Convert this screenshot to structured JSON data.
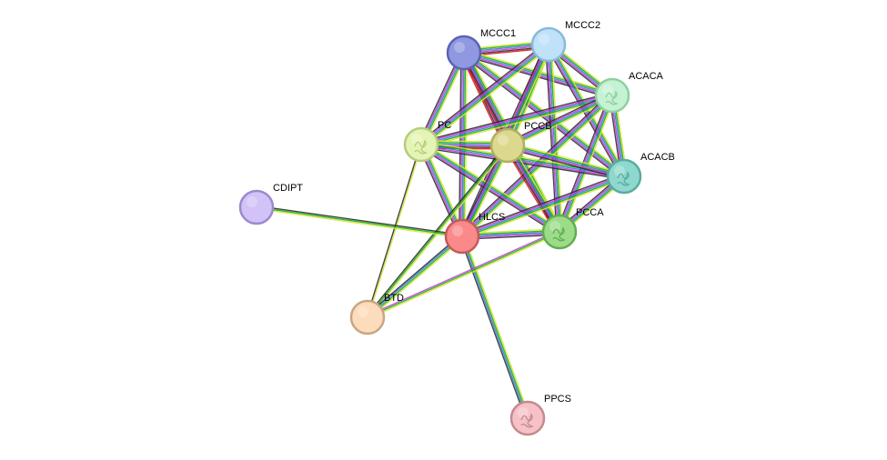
{
  "network": {
    "nodes": [
      {
        "id": "MCCC1",
        "label": "MCCC1",
        "fill": "#8f98e0",
        "stroke": "#5a63b3",
        "structure": false
      },
      {
        "id": "MCCC2",
        "label": "MCCC2",
        "fill": "#bfe2f8",
        "stroke": "#88b9da",
        "structure": false
      },
      {
        "id": "ACACA",
        "label": "ACACA",
        "fill": "#c6f2d4",
        "stroke": "#8fcf9f",
        "structure": true
      },
      {
        "id": "PC",
        "label": "PC",
        "fill": "#e4f4b4",
        "stroke": "#b6cc7c",
        "structure": true
      },
      {
        "id": "PCCB",
        "label": "PCCB",
        "fill": "#dcd88e",
        "stroke": "#b1ad63",
        "structure": false
      },
      {
        "id": "ACACB",
        "label": "ACACB",
        "fill": "#8fd8ce",
        "stroke": "#5aaba0",
        "structure": true
      },
      {
        "id": "CDIPT",
        "label": "CDIPT",
        "fill": "#d2c2f8",
        "stroke": "#9d89cd",
        "structure": false
      },
      {
        "id": "HLCS",
        "label": "HLCS",
        "fill": "#fa8a8a",
        "stroke": "#c45a5a",
        "structure": false
      },
      {
        "id": "PCCA",
        "label": "PCCA",
        "fill": "#9cdc88",
        "stroke": "#62ad50",
        "structure": true
      },
      {
        "id": "BTD",
        "label": "BTD",
        "fill": "#fddcbc",
        "stroke": "#c9a582",
        "structure": false
      },
      {
        "id": "PPCS",
        "label": "PPCS",
        "fill": "#f6c2c8",
        "stroke": "#c58990",
        "structure": true
      }
    ],
    "edges": [
      {
        "source": "MCCC1",
        "target": "MCCC2",
        "colors": [
          "#d9e53a",
          "#18b018",
          "#3a7ae0",
          "#c83ad0",
          "#2f2f2f",
          "#e01818"
        ]
      },
      {
        "source": "MCCC1",
        "target": "ACACA",
        "colors": [
          "#d9e53a",
          "#18b018",
          "#3a7ae0",
          "#c83ad0",
          "#2f2f2f"
        ]
      },
      {
        "source": "MCCC1",
        "target": "PC",
        "colors": [
          "#d9e53a",
          "#18b018",
          "#3a7ae0",
          "#c83ad0",
          "#2f2f2f"
        ]
      },
      {
        "source": "MCCC1",
        "target": "PCCB",
        "colors": [
          "#d9e53a",
          "#18b018",
          "#3a7ae0",
          "#c83ad0",
          "#2f2f2f",
          "#e01818"
        ]
      },
      {
        "source": "MCCC1",
        "target": "ACACB",
        "colors": [
          "#d9e53a",
          "#18b018",
          "#3a7ae0",
          "#c83ad0",
          "#2f2f2f"
        ]
      },
      {
        "source": "MCCC1",
        "target": "HLCS",
        "colors": [
          "#d9e53a",
          "#18b018",
          "#3a7ae0",
          "#c83ad0",
          "#2f2f2f"
        ]
      },
      {
        "source": "MCCC1",
        "target": "PCCA",
        "colors": [
          "#d9e53a",
          "#18b018",
          "#3a7ae0",
          "#c83ad0",
          "#2f2f2f",
          "#e01818"
        ]
      },
      {
        "source": "MCCC2",
        "target": "ACACA",
        "colors": [
          "#d9e53a",
          "#18b018",
          "#3a7ae0",
          "#c83ad0",
          "#2f2f2f"
        ]
      },
      {
        "source": "MCCC2",
        "target": "PC",
        "colors": [
          "#d9e53a",
          "#18b018",
          "#3a7ae0",
          "#c83ad0",
          "#2f2f2f"
        ]
      },
      {
        "source": "MCCC2",
        "target": "PCCB",
        "colors": [
          "#d9e53a",
          "#18b018",
          "#3a7ae0",
          "#c83ad0",
          "#2f2f2f",
          "#e01818"
        ]
      },
      {
        "source": "MCCC2",
        "target": "ACACB",
        "colors": [
          "#d9e53a",
          "#18b018",
          "#3a7ae0",
          "#c83ad0",
          "#2f2f2f"
        ]
      },
      {
        "source": "MCCC2",
        "target": "HLCS",
        "colors": [
          "#d9e53a",
          "#18b018",
          "#3a7ae0",
          "#c83ad0",
          "#2f2f2f"
        ]
      },
      {
        "source": "MCCC2",
        "target": "PCCA",
        "colors": [
          "#d9e53a",
          "#18b018",
          "#3a7ae0",
          "#c83ad0",
          "#2f2f2f"
        ]
      },
      {
        "source": "ACACA",
        "target": "PC",
        "colors": [
          "#d9e53a",
          "#18b018",
          "#3a7ae0",
          "#c83ad0",
          "#2f2f2f"
        ]
      },
      {
        "source": "ACACA",
        "target": "PCCB",
        "colors": [
          "#d9e53a",
          "#18b018",
          "#3a7ae0",
          "#c83ad0",
          "#2f2f2f"
        ]
      },
      {
        "source": "ACACA",
        "target": "ACACB",
        "colors": [
          "#d9e53a",
          "#18b018",
          "#3a7ae0",
          "#c83ad0",
          "#2f2f2f"
        ]
      },
      {
        "source": "ACACA",
        "target": "HLCS",
        "colors": [
          "#d9e53a",
          "#18b018",
          "#3a7ae0",
          "#c83ad0",
          "#2f2f2f"
        ]
      },
      {
        "source": "ACACA",
        "target": "PCCA",
        "colors": [
          "#d9e53a",
          "#18b018",
          "#3a7ae0",
          "#c83ad0",
          "#2f2f2f"
        ]
      },
      {
        "source": "PC",
        "target": "PCCB",
        "colors": [
          "#d9e53a",
          "#18b018",
          "#3a7ae0",
          "#c83ad0",
          "#2f2f2f",
          "#e01818"
        ]
      },
      {
        "source": "PC",
        "target": "ACACB",
        "colors": [
          "#d9e53a",
          "#18b018",
          "#3a7ae0",
          "#c83ad0",
          "#2f2f2f"
        ]
      },
      {
        "source": "PC",
        "target": "HLCS",
        "colors": [
          "#d9e53a",
          "#18b018",
          "#3a7ae0",
          "#c83ad0",
          "#2f2f2f"
        ]
      },
      {
        "source": "PC",
        "target": "PCCA",
        "colors": [
          "#d9e53a",
          "#18b018",
          "#3a7ae0",
          "#c83ad0",
          "#2f2f2f"
        ]
      },
      {
        "source": "PC",
        "target": "BTD",
        "colors": [
          "#d9e53a",
          "#2f2f2f"
        ]
      },
      {
        "source": "PCCB",
        "target": "ACACB",
        "colors": [
          "#d9e53a",
          "#18b018",
          "#3a7ae0",
          "#c83ad0",
          "#2f2f2f"
        ]
      },
      {
        "source": "PCCB",
        "target": "HLCS",
        "colors": [
          "#d9e53a",
          "#18b018",
          "#3a7ae0",
          "#c83ad0",
          "#2f2f2f"
        ]
      },
      {
        "source": "PCCB",
        "target": "PCCA",
        "colors": [
          "#d9e53a",
          "#18b018",
          "#3a7ae0",
          "#c83ad0",
          "#2f2f2f",
          "#e01818"
        ]
      },
      {
        "source": "PCCB",
        "target": "BTD",
        "colors": [
          "#d9e53a",
          "#18b018",
          "#2f2f2f"
        ]
      },
      {
        "source": "ACACB",
        "target": "HLCS",
        "colors": [
          "#d9e53a",
          "#18b018",
          "#3a7ae0",
          "#c83ad0",
          "#2f2f2f"
        ]
      },
      {
        "source": "ACACB",
        "target": "PCCA",
        "colors": [
          "#d9e53a",
          "#18b018",
          "#3a7ae0",
          "#c83ad0",
          "#2f2f2f"
        ]
      },
      {
        "source": "HLCS",
        "target": "PCCA",
        "colors": [
          "#d9e53a",
          "#18b018",
          "#3a7ae0",
          "#c83ad0",
          "#2f2f2f"
        ]
      },
      {
        "source": "HLCS",
        "target": "CDIPT",
        "colors": [
          "#d9e53a",
          "#18b018",
          "#2f2f2f"
        ]
      },
      {
        "source": "HLCS",
        "target": "BTD",
        "colors": [
          "#d9e53a",
          "#18b018",
          "#3a7ae0",
          "#2f2f2f"
        ]
      },
      {
        "source": "HLCS",
        "target": "PPCS",
        "colors": [
          "#d9e53a",
          "#18b018",
          "#3a7ae0",
          "#2f2f2f"
        ]
      },
      {
        "source": "PCCA",
        "target": "BTD",
        "colors": [
          "#d9e53a",
          "#18b018",
          "#c83ad0"
        ]
      }
    ]
  }
}
